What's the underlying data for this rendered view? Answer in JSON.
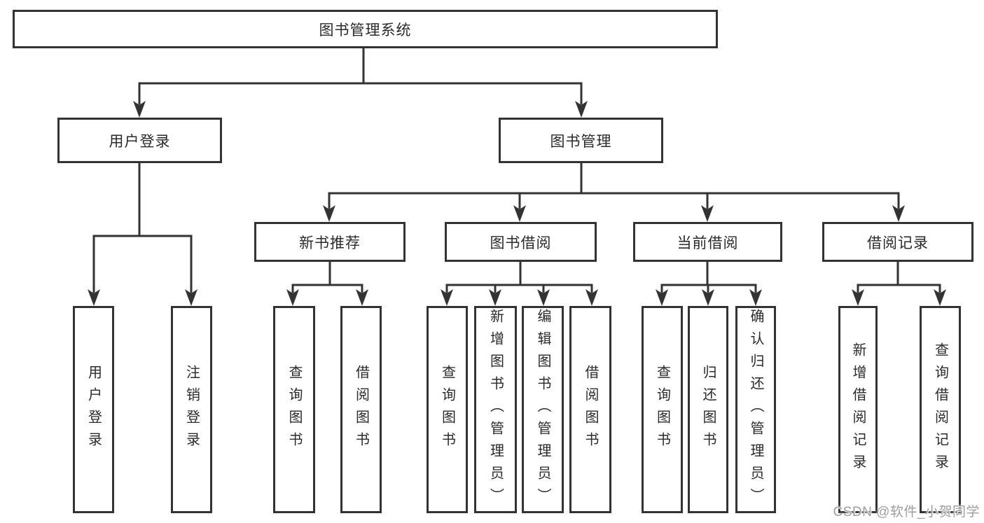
{
  "tree": {
    "label": "图书管理系统",
    "children": [
      {
        "label": "用户登录",
        "children": [
          {
            "label": "用户登录"
          },
          {
            "label": "注销登录"
          }
        ]
      },
      {
        "label": "图书管理",
        "children": [
          {
            "label": "新书推荐",
            "children": [
              {
                "label": "查询图书"
              },
              {
                "label": "借阅图书"
              }
            ]
          },
          {
            "label": "图书借阅",
            "children": [
              {
                "label": "查询图书"
              },
              {
                "label": "新增图书（管理员）"
              },
              {
                "label": "编辑图书（管理员）"
              },
              {
                "label": "借阅图书"
              }
            ]
          },
          {
            "label": "当前借阅",
            "children": [
              {
                "label": "查询图书"
              },
              {
                "label": "归还图书"
              },
              {
                "label": "确认归还（管理员）"
              }
            ]
          },
          {
            "label": "借阅记录",
            "children": [
              {
                "label": "新增借阅记录"
              },
              {
                "label": "查询借阅记录"
              }
            ]
          }
        ]
      }
    ]
  },
  "watermark": {
    "text": "CSDN @软件_小贺同学"
  },
  "colors": {
    "line": "#333333",
    "box_border": "#333333",
    "box_fill": "#ffffff",
    "text": "#2a2a2a",
    "watermark": "#9e9e9e",
    "background": "#ffffff"
  }
}
